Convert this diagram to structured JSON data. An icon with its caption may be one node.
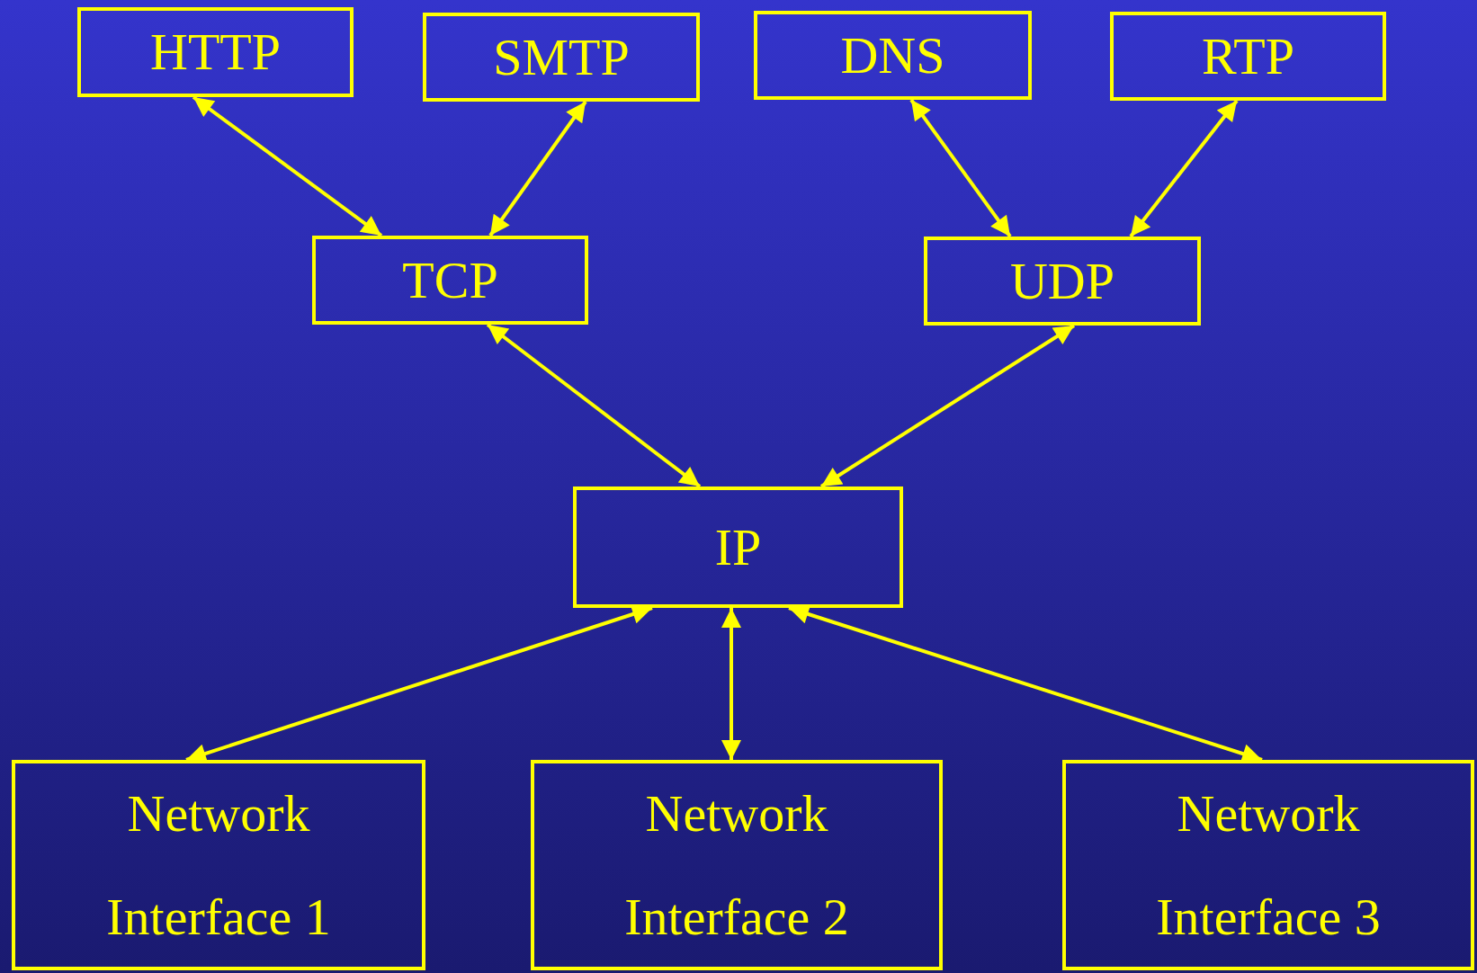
{
  "diagram": {
    "nodes": [
      {
        "text": [
          "HTTP"
        ]
      },
      {
        "text": [
          "SMTP"
        ]
      },
      {
        "text": [
          "DNS"
        ]
      },
      {
        "text": [
          "RTP"
        ]
      },
      {
        "text": [
          "TCP"
        ]
      },
      {
        "text": [
          "UDP"
        ]
      },
      {
        "text": [
          "IP"
        ]
      },
      {
        "text": [
          "Network Interface 1"
        ]
      },
      {
        "text": [
          "Network Interface 2"
        ]
      },
      {
        "text": [
          "Network Interface 3"
        ]
      }
    ],
    "edges": [
      {
        "from": 0,
        "to": 4,
        "arrow": "both"
      },
      {
        "from": 1,
        "to": 4,
        "arrow": "both"
      },
      {
        "from": 2,
        "to": 5,
        "arrow": "both"
      },
      {
        "from": 3,
        "to": 5,
        "arrow": "both"
      },
      {
        "from": 4,
        "to": 6,
        "arrow": "both"
      },
      {
        "from": 5,
        "to": 6,
        "arrow": "both"
      },
      {
        "from": 6,
        "to": 7,
        "arrow": "both"
      },
      {
        "from": 6,
        "to": 8,
        "arrow": "both"
      },
      {
        "from": 6,
        "to": 9,
        "arrow": "both"
      }
    ]
  }
}
